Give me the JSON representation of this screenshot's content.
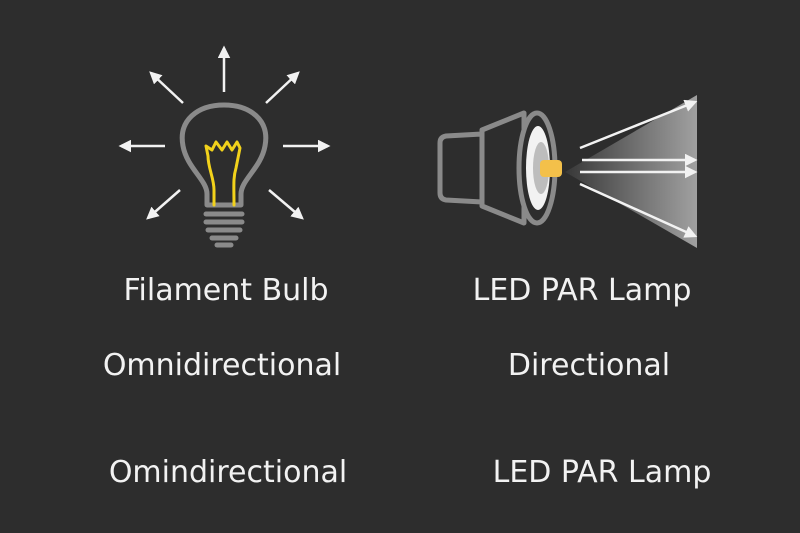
{
  "left": {
    "title": "Filament Bulb",
    "type": "Omnidirectional",
    "caption": "Omindirectional",
    "icon": "filament-bulb-icon"
  },
  "right": {
    "title": "LED PAR Lamp",
    "type": "Directional",
    "caption": "LED PAR Lamp",
    "icon": "led-par-lamp-icon"
  },
  "colors": {
    "background": "#2d2d2d",
    "outline": "#8a8a8a",
    "filament": "#f2d21b",
    "led": "#f3c04a",
    "arrow": "#f2f2f2",
    "text": "#f2f2f2"
  }
}
